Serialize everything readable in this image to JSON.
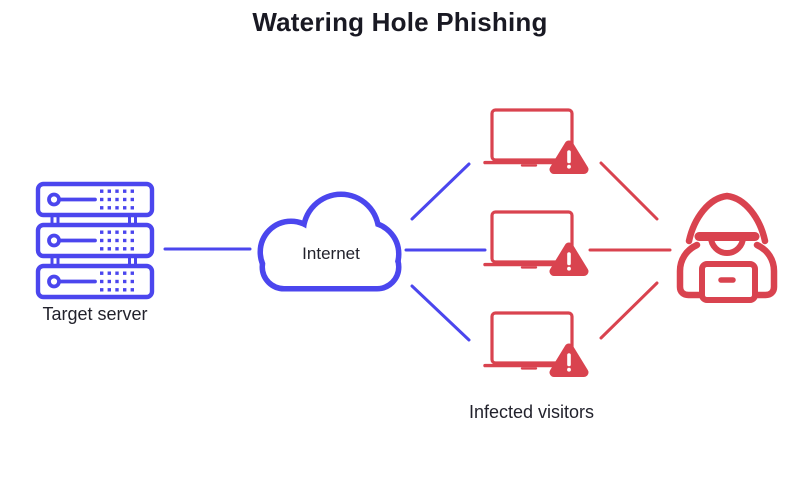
{
  "title": "Watering Hole Phishing",
  "colors": {
    "blue": "#4b46ee",
    "red": "#d9434f",
    "ink": "#191923"
  },
  "nodes": {
    "server": {
      "label": "Target server",
      "icon": "server-rack-icon",
      "color": "#4b46ee"
    },
    "internet": {
      "label": "Internet",
      "icon": "cloud-icon",
      "color": "#4b46ee"
    },
    "visitors": {
      "label": "Infected visitors",
      "icon": "laptop-warning-icon",
      "color": "#d9434f",
      "count": 3
    },
    "attacker": {
      "icon": "hacker-icon",
      "color": "#d9434f"
    }
  },
  "connections": [
    {
      "from": "server",
      "to": "internet",
      "color": "blue"
    },
    {
      "from": "internet",
      "to": "visitor-1",
      "color": "blue"
    },
    {
      "from": "internet",
      "to": "visitor-2",
      "color": "blue"
    },
    {
      "from": "internet",
      "to": "visitor-3",
      "color": "blue"
    },
    {
      "from": "visitor-1",
      "to": "attacker",
      "color": "red"
    },
    {
      "from": "visitor-2",
      "to": "attacker",
      "color": "red"
    },
    {
      "from": "visitor-3",
      "to": "attacker",
      "color": "red"
    }
  ]
}
